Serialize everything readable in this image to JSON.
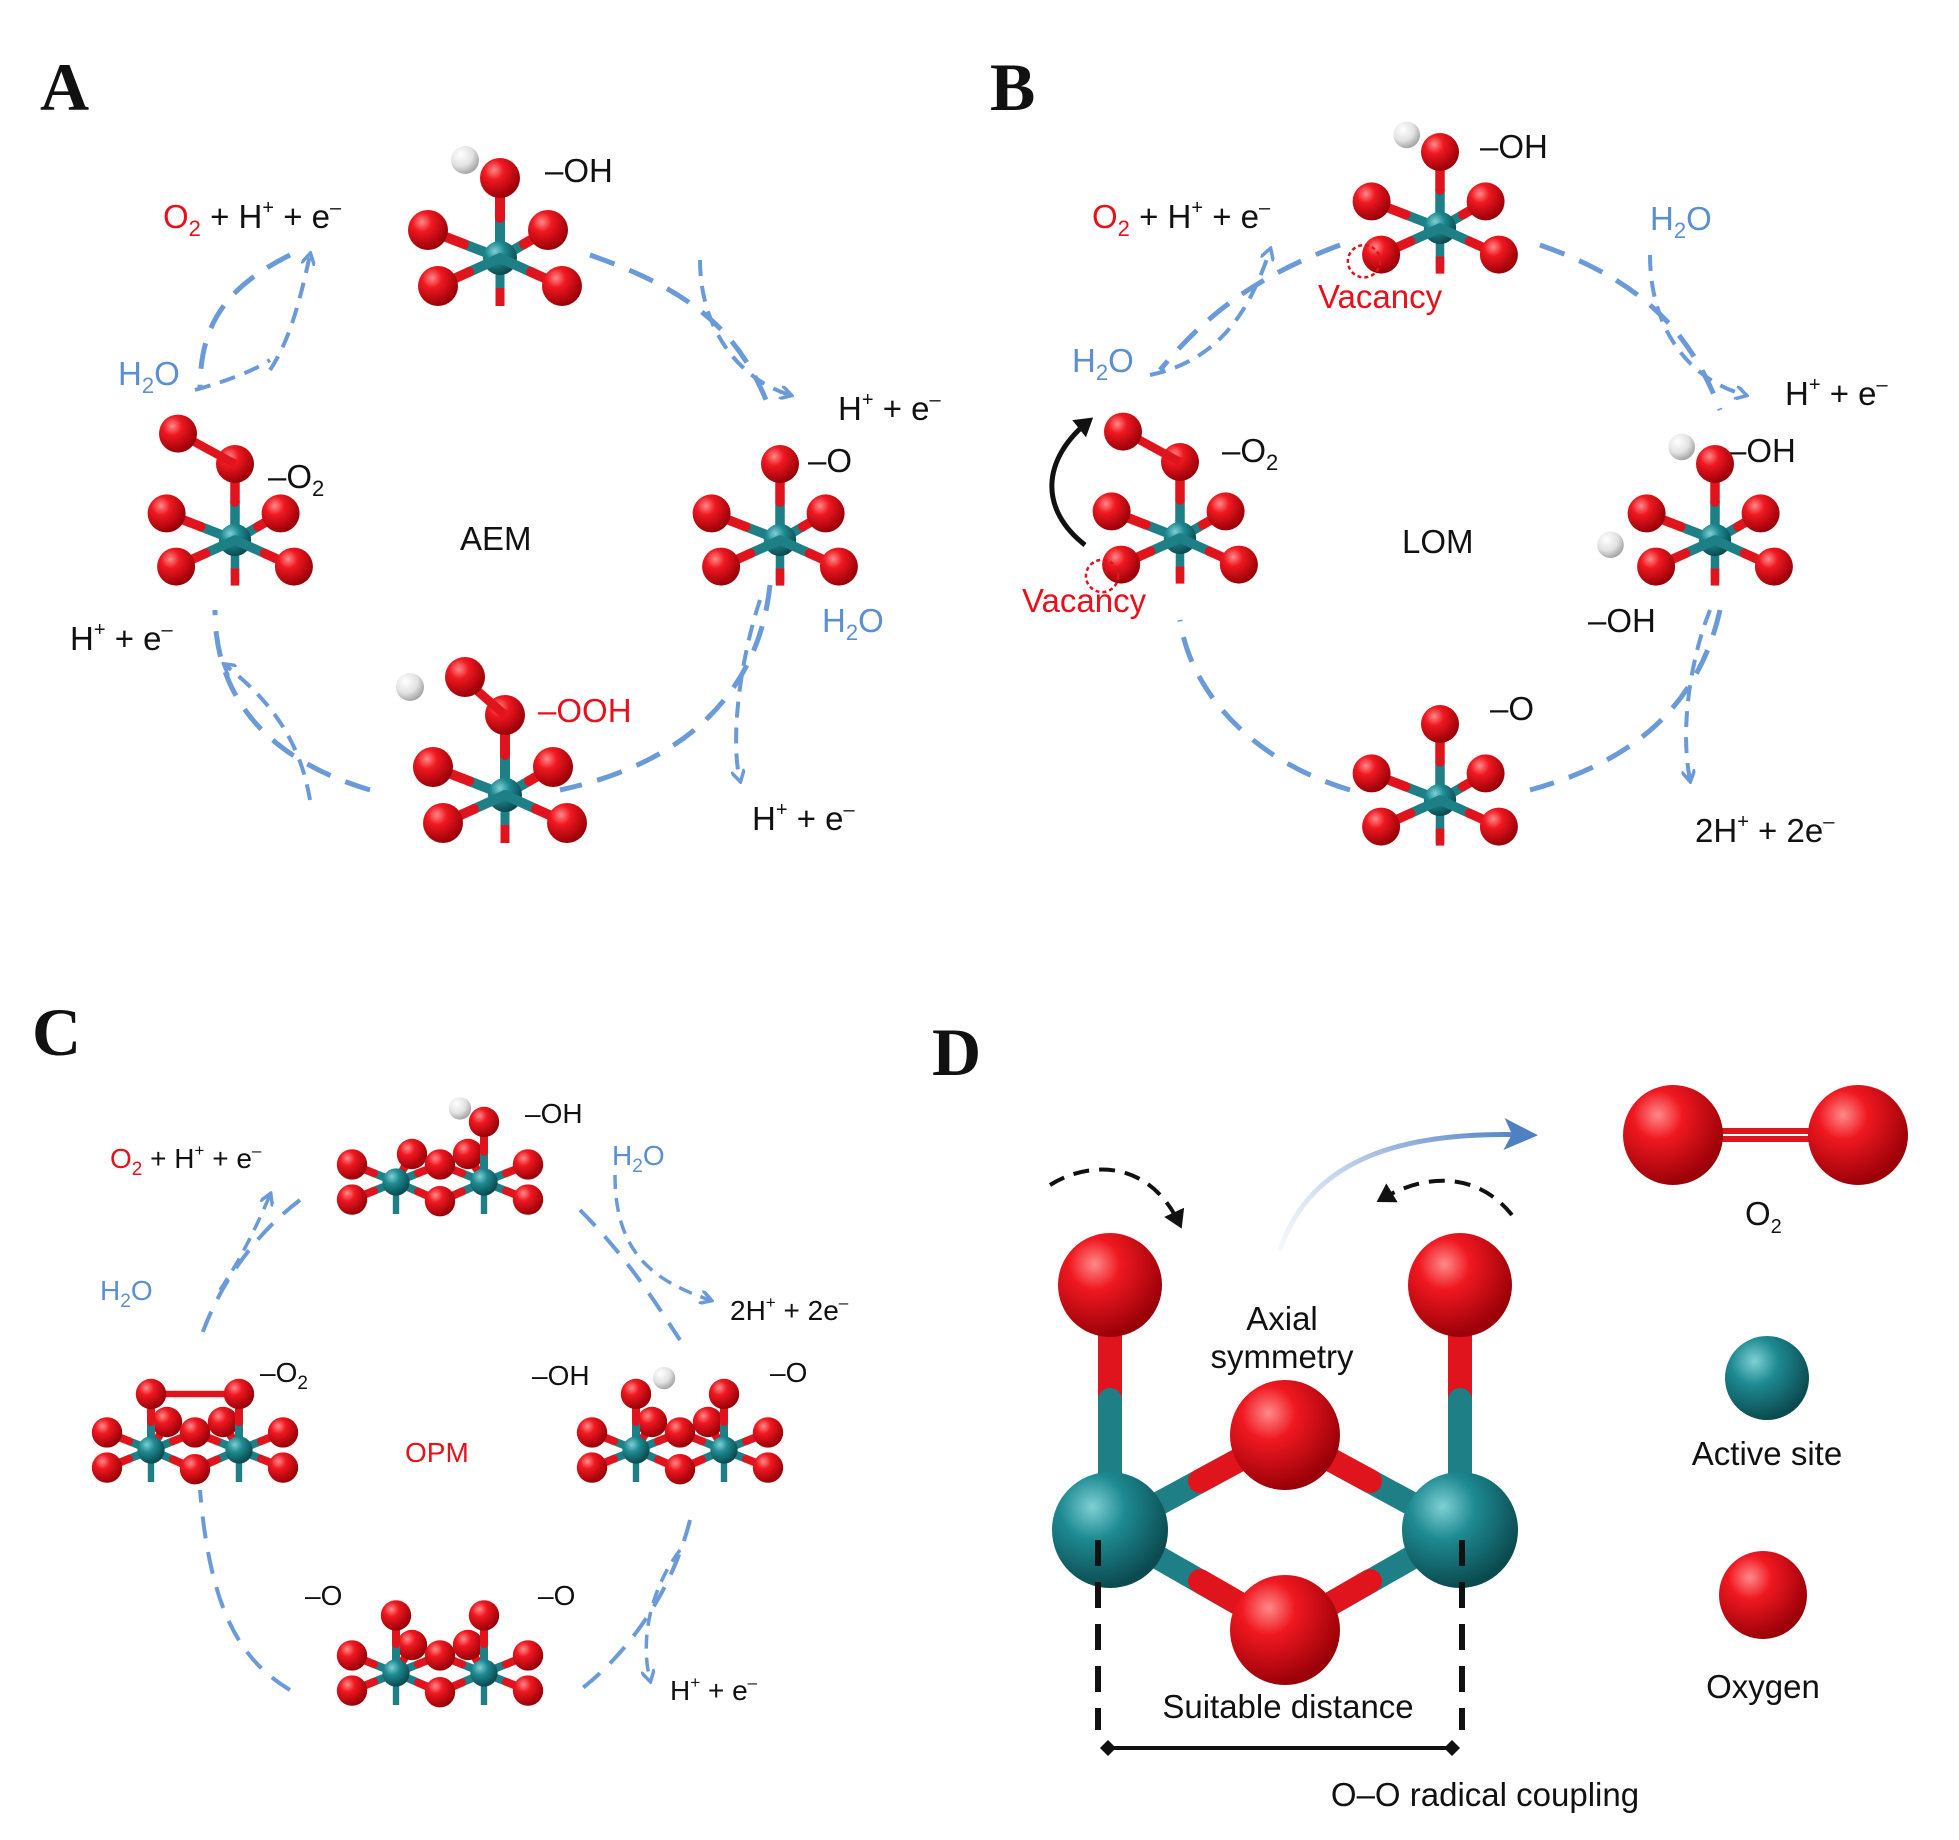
{
  "colors": {
    "oxygen": "#e0141c",
    "metal": "#1e7f86",
    "hydrogen": "#e6e6e6",
    "arrow_blue": "#6b9ad8",
    "text_red": "#e8101a",
    "text_blue": "#5b8fd0",
    "text_dark": "#111111"
  },
  "panels": {
    "A": {
      "letter": "A",
      "mechanism": "AEM",
      "labels": {
        "top_group": "–OH",
        "right_group": "–O",
        "bottom_group": "–OOH",
        "left_group": "–O",
        "left_group_sub": "2",
        "o2_product": "O",
        "o2_sub": "2",
        "o2_rest": " + H",
        "plus_sup": "+",
        "o2_e": " + e",
        "minus_sup": "–",
        "h_top_right": "H",
        "h_top_right_e": " + e",
        "h_bottom_right": "H",
        "h_bottom_right_e": " + e",
        "h_left": "H",
        "h_left_e": " + e",
        "water": "H",
        "water_sub": "2",
        "water_o": "O"
      }
    },
    "B": {
      "letter": "B",
      "mechanism": "LOM",
      "vacancy": "Vacancy",
      "labels": {
        "top_group": "–OH",
        "right_group": "–OH",
        "right_group_2": "–OH",
        "bottom_group": "–O",
        "left_group": "–O",
        "left_group_sub": "2",
        "two_h": "2H",
        "two_e": " + 2e"
      }
    },
    "C": {
      "letter": "C",
      "mechanism": "OPM",
      "labels": {
        "top_group": "–OH",
        "left_group": "–O",
        "left_group_sub": "2",
        "right_group_a": "–OH",
        "right_group_b": "–O",
        "bottom_group_a": "–O",
        "bottom_group_b": "–O"
      }
    },
    "D": {
      "letter": "D",
      "axial": "Axial",
      "symmetry": "symmetry",
      "suitable_distance": "Suitable distance",
      "coupling": "O–O radical coupling",
      "legend": {
        "o2": "O",
        "o2_sub": "2",
        "active_site": "Active site",
        "oxygen": "Oxygen"
      }
    }
  }
}
